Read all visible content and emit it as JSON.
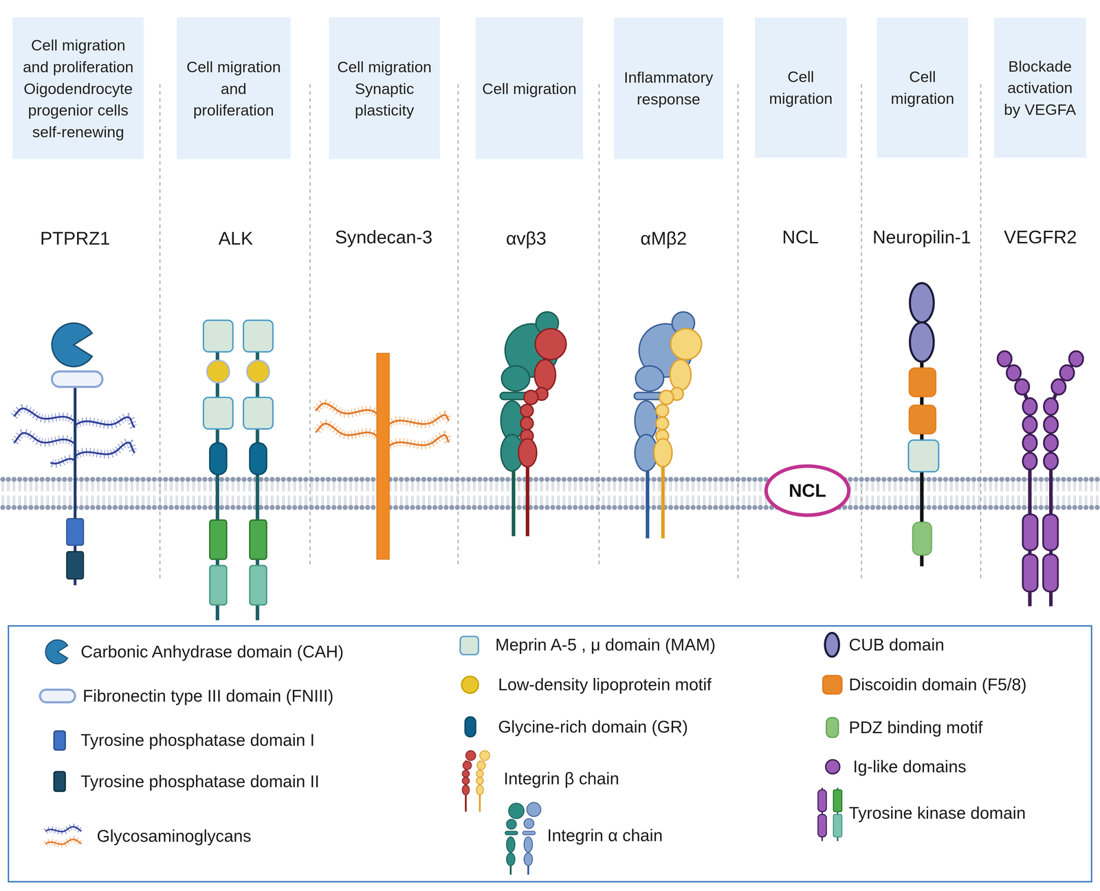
{
  "diagram": {
    "nodes": [
      {
        "text": [
          "Cell migration and proliferation Oigodendrocyte progenior cells self-renewing"
        ]
      },
      {
        "text": [
          "Cell migration and proliferation"
        ]
      },
      {
        "text": [
          "Cell migration Synaptic plasticity"
        ]
      },
      {
        "text": [
          "Cell migration"
        ]
      },
      {
        "text": [
          "Inflammatory response"
        ]
      },
      {
        "text": [
          "Cell migration"
        ]
      },
      {
        "text": [
          "Cell migration"
        ]
      },
      {
        "text": [
          "Blockade activation by VEGFA"
        ]
      },
      {
        "text": [
          "NCL"
        ]
      }
    ],
    "edges": [],
    "labels": [
      "PTPRZ1",
      "ALK",
      "Syndecan-3",
      "αvβ3",
      "αMβ2",
      "NCL",
      "Neuropilin-1",
      "VEGFR2"
    ],
    "legend": [
      {
        "text": "Carbonic Anhydrase domain (CAH)"
      },
      {
        "text": "Fibronectin type III domain (FNIII)"
      },
      {
        "text": "Tyrosine phosphatase domain I",
        "color": "#3f72c4"
      },
      {
        "text": "Tyrosine phosphatase domain II",
        "color": "#1d4c66"
      },
      {
        "text": "Glycosaminoglycans"
      },
      {
        "text": "Meprin A-5 , μ domain (MAM)",
        "color": "#d6e6da"
      },
      {
        "text": "Low-density lipoprotein motif",
        "color": "#e8c52a"
      },
      {
        "text": "Glycine-rich domain (GR)",
        "color": "#0e5f8a"
      },
      {
        "text": "Integrin β chain"
      },
      {
        "text": "Integrin α chain"
      },
      {
        "text": "CUB domain",
        "color": "#8c8cc4"
      },
      {
        "text": "Discoidin domain (F5/8)",
        "color": "#e8892a"
      },
      {
        "text": "PDZ binding motif",
        "color": "#8cc47c"
      },
      {
        "text": "Ig-like domains",
        "color": "#9b5cb8"
      },
      {
        "text": "Tyrosine kinase domain"
      }
    ]
  }
}
